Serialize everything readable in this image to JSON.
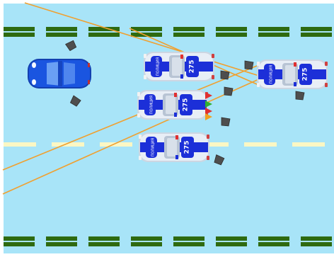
{
  "colors": {
    "road": "#a8e4f8",
    "frame": "#ffffff",
    "lane_dark": "#2e6a10",
    "lane_light": "#fbf7c4",
    "laser": "#f0a030",
    "player_car": "#1a55e0",
    "police_body": "#e8eef6",
    "police_stripe": "#1c2fd8",
    "marker": "#4e4e4e",
    "light_red": "#e03030",
    "light_green": "#30b030",
    "light_orange": "#f0a020"
  },
  "player_car": {
    "label": "player-car"
  },
  "police_cars": [
    {
      "id": "police-car-top",
      "number": "275",
      "decal": "ПОЛИЦИЯ"
    },
    {
      "id": "police-car-middle",
      "number": "275",
      "decal": "ПОЛИЦИЯ"
    },
    {
      "id": "police-car-bottom",
      "number": "275",
      "decal": "ПОЛИЦИЯ"
    },
    {
      "id": "police-car-right",
      "number": "275",
      "decal": "ПОЛИЦИЯ"
    }
  ],
  "traffic_light": {
    "states": [
      "red",
      "green",
      "red",
      "orange"
    ]
  }
}
